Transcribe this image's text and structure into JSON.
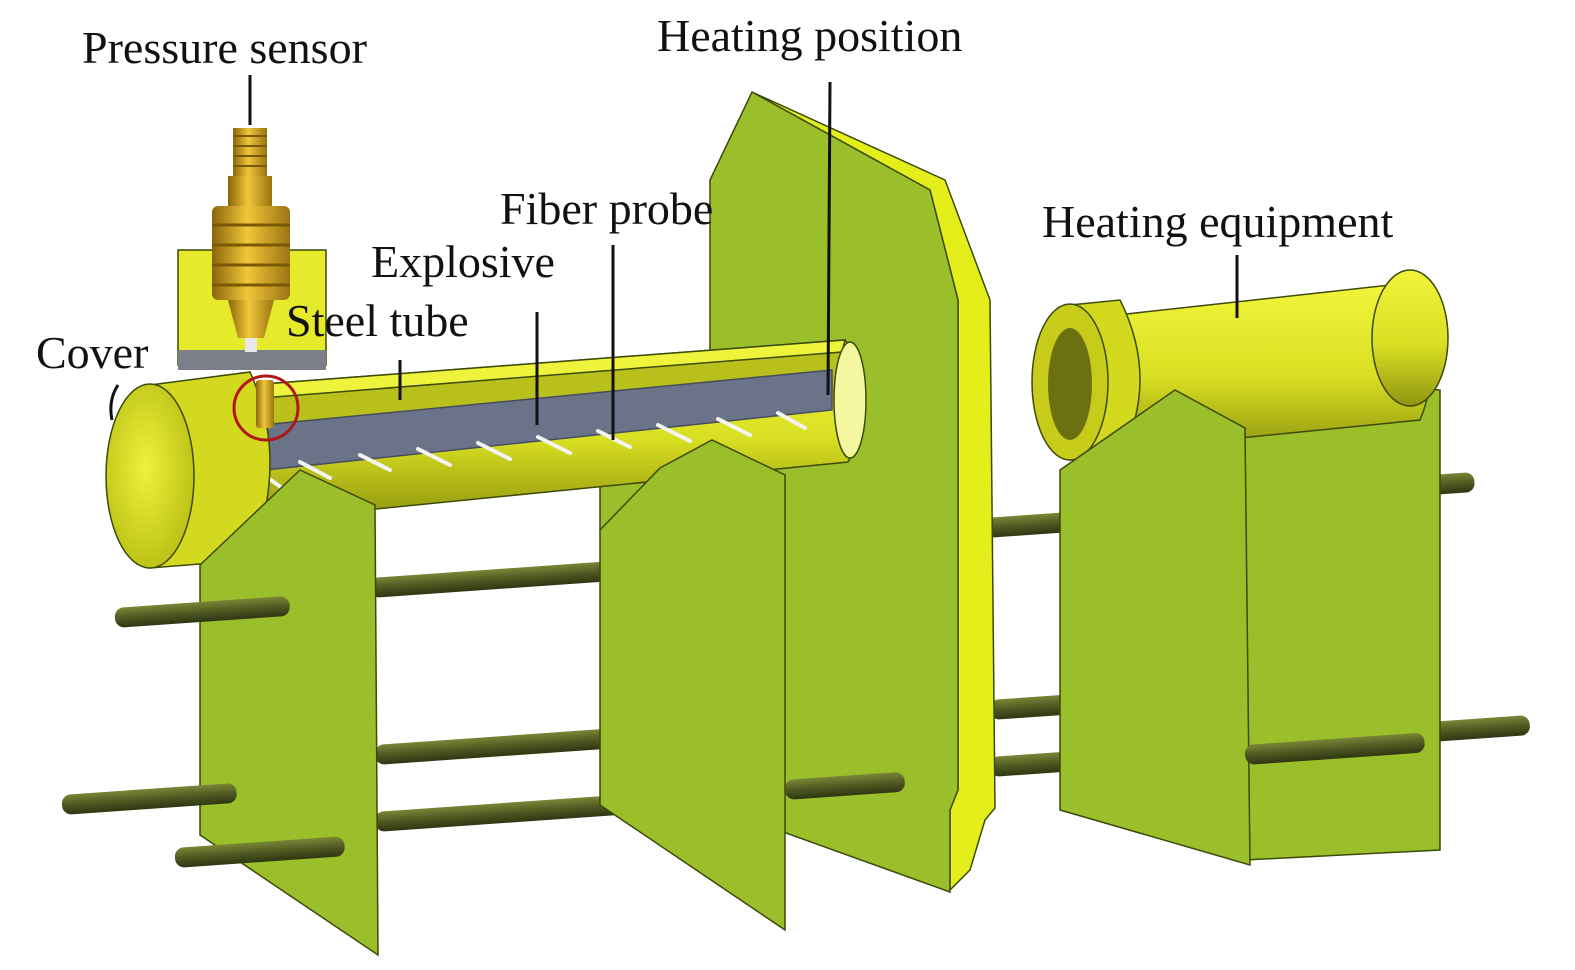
{
  "labels": {
    "pressure_sensor": "Pressure sensor",
    "heating_position": "Heating position",
    "fiber_probe": "Fiber probe",
    "heating_equipment": "Heating equipment",
    "explosive": "Explosive",
    "steel_tube": "Steel tube",
    "cover": "Cover"
  },
  "colors": {
    "plate": "#9bbf2a",
    "plate_shadow": "#7e9c1c",
    "plate_edge": "#e3ee1a",
    "tube_yellow": "#e5ea2a",
    "tube_shade": "#b8c018",
    "tube_dark": "#7f8410",
    "rod": "#4f5a22",
    "explosive": "#6a7388",
    "sensor_gold": "#d9a81c",
    "highlight_ring": "#b01818",
    "probe": "#f2f2f2"
  }
}
